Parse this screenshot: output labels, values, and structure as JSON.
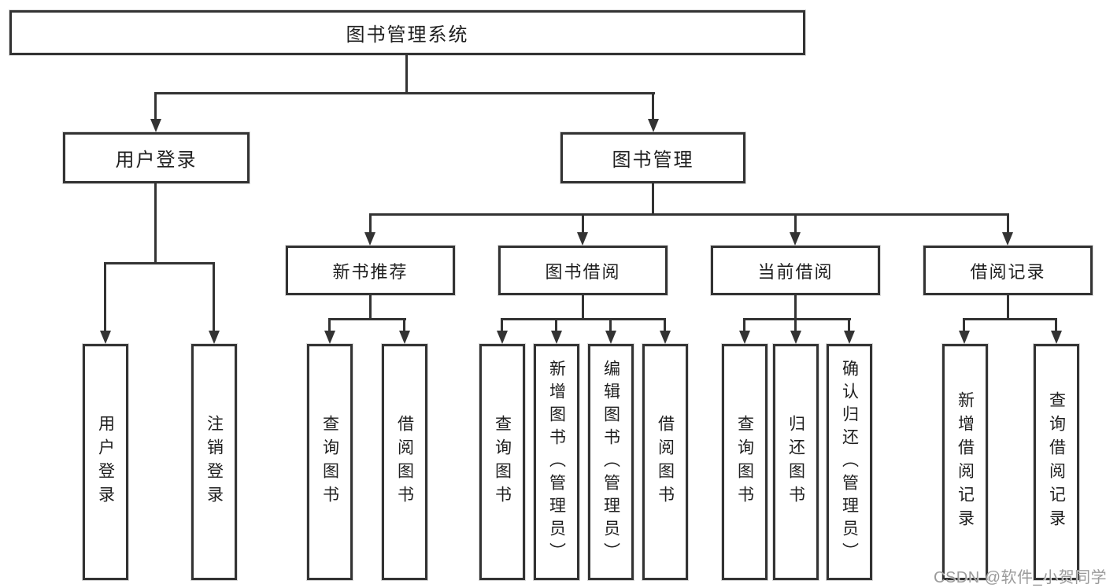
{
  "colors": {
    "line": "#333333",
    "box_border": "#333333",
    "box_fill": "#ffffff",
    "text": "#1f1f1f",
    "watermark": "#9b9b9b",
    "background": "#ffffff"
  },
  "root": {
    "label": "图书管理系统"
  },
  "level2": {
    "user_login": "用户登录",
    "book_management": "图书管理"
  },
  "level3": {
    "new_book_recommend": "新书推荐",
    "book_borrow": "图书借阅",
    "current_borrow": "当前借阅",
    "borrow_records": "借阅记录"
  },
  "level4": {
    "user_login_leaf": "用户登录",
    "logout": "注销登录",
    "nb_query_books": "查询图书",
    "nb_borrow_books": "借阅图书",
    "bb_query_books": "查询图书",
    "bb_add_books": "新增图书（管理员）",
    "bb_edit_books": "编辑图书（管理员）",
    "bb_borrow_books": "借阅图书",
    "cb_query_books": "查询图书",
    "cb_return_books": "归还图书",
    "cb_confirm_return": "确认归还（管理员）",
    "br_add_record": "新增借阅记录",
    "br_query_record": "查询借阅记录"
  },
  "watermark": {
    "text": "CSDN @软件_小贺同学"
  }
}
